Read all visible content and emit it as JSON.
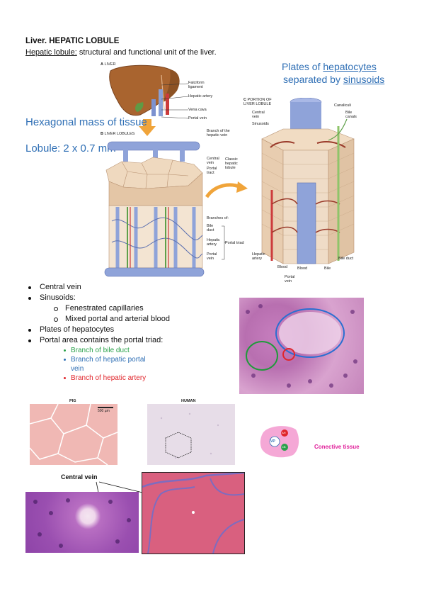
{
  "header": {
    "title": "Liver. HEPATIC LOBULE",
    "subtitle_term": "Hepatic lobule:",
    "subtitle_rest": " structural and functional unit of the liver."
  },
  "figure_a": {
    "panel": "A",
    "panel_title": "LIVER",
    "labels": [
      "Falciform ligament",
      "Hepatic artery",
      "Vena cava",
      "Portal vein"
    ]
  },
  "figure_b": {
    "panel": "B",
    "panel_title": "LIVER LOBULES",
    "labels": {
      "branch_hepatic_vein": "Branch of the hepatic vein",
      "central_vein": "Central vein",
      "portal_tract": "Portal tract",
      "classic_lobule": "Classic hepatic lobule",
      "branches_of": "Branches of:",
      "bile_duct": "Bile duct",
      "hepatic_artery": "Hepatic artery",
      "portal_vein": "Portal vein",
      "portal_triad": "Portal triad"
    }
  },
  "figure_c": {
    "panel": "C",
    "panel_title": "PORTION OF LIVER LOBULE",
    "labels": {
      "central_vein": "Central vein",
      "sinusoids": "Sinusoids",
      "canaliculi": "Canaliculi",
      "bile_canals": "Bile canals",
      "hepatic_artery": "Hepatic artery",
      "blood1": "Blood",
      "blood2": "Blood",
      "bile": "Bile",
      "bile_duct": "Bile duct",
      "portal_vein": "Portal vein"
    }
  },
  "callouts": {
    "hexagonal": "Hexagonal mass of tissue",
    "lobule_size": "Lobule: 2 x 0.7 mm",
    "plates_prefix": "Plates of ",
    "plates_term": "hepatocytes",
    "separated_prefix": "separated by ",
    "separated_term": "sinusoids"
  },
  "bullets": {
    "b1": "Central vein",
    "b2": "Sinusoids:",
    "b2a": "Fenestrated capillaries",
    "b2b": "Mixed portal and arterial blood",
    "b3": "Plates of hepatocytes",
    "b4": "Portal area contains the portal triad:",
    "t1": "Branch of bile duct",
    "t2a": "Branch of hepatic portal",
    "t2b": "vein",
    "t3": "Branch of hepatic artery"
  },
  "micrographs": {
    "pig_label": "PIG",
    "scale": "500 µm",
    "human_label": "HUMAN",
    "triad_vp": "VP",
    "triad_top": "AH",
    "triad_bottom": "CB",
    "connective": "Conective tissue",
    "central_vein": "Central vein"
  },
  "colors": {
    "blue_text": "#2f6fb5",
    "green_text": "#2aa14a",
    "red_text": "#e0262c",
    "magenta_text": "#e0209a",
    "vessel_blue": "#8fa3d9",
    "tissue_tan": "#e8cdb0",
    "histology_pink": "#d89bc8"
  }
}
